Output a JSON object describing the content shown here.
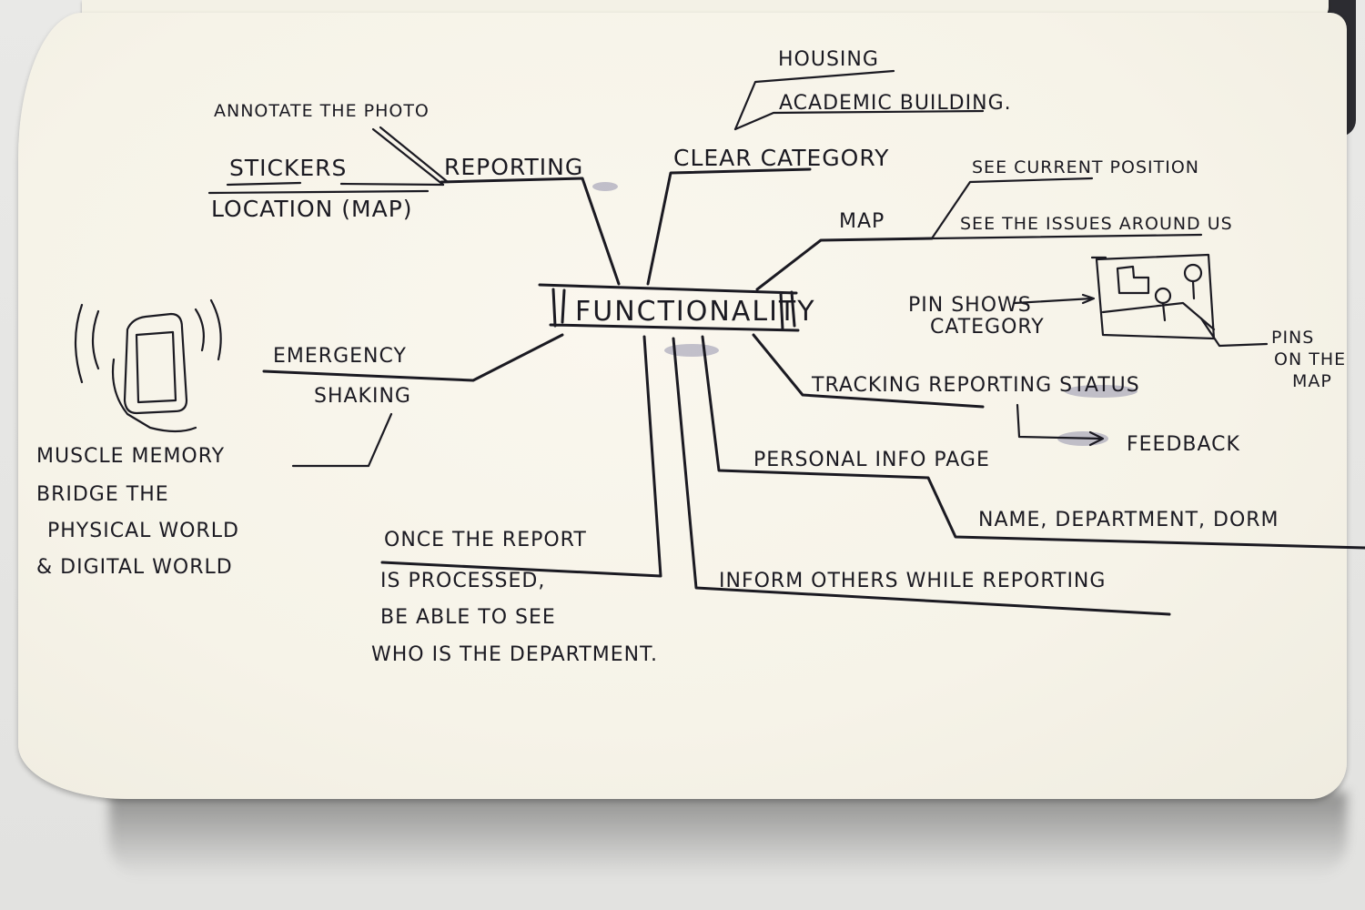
{
  "center": {
    "label": "FUNCTIONALITY"
  },
  "reporting": {
    "label": "REPORTING",
    "annotate": "ANNOTATE THE PHOTO",
    "stickers": "STICKERS",
    "location": "LOCATION (MAP)"
  },
  "category": {
    "label": "CLEAR CATEGORY",
    "housing": "HOUSING",
    "academic": "ACADEMIC BUILDING."
  },
  "map": {
    "label": "MAP",
    "see_position": "SEE CURRENT POSITION",
    "see_issues": "SEE THE ISSUES AROUND US",
    "pin_shows_1": "PIN SHOWS",
    "pin_shows_2": "CATEGORY",
    "pins_1": "PINS",
    "pins_2": "ON THE",
    "pins_3": "MAP"
  },
  "tracking": {
    "label": "TRACKING REPORTING STATUS",
    "feedback": "FEEDBACK"
  },
  "personal": {
    "label": "PERSONAL INFO PAGE",
    "detail": "NAME, DEPARTMENT, DORM"
  },
  "inform": {
    "label": "INFORM OTHERS WHILE REPORTING"
  },
  "once": {
    "line1": "ONCE THE REPORT",
    "line2": "IS PROCESSED,",
    "line3": "BE ABLE TO SEE",
    "line4": "WHO IS THE DEPARTMENT."
  },
  "emergency": {
    "line1": "EMERGENCY",
    "line2": "SHAKING",
    "note1": "MUSCLE MEMORY",
    "note2": "BRIDGE THE",
    "note3": "PHYSICAL WORLD",
    "note4": "& DIGITAL WORLD"
  }
}
